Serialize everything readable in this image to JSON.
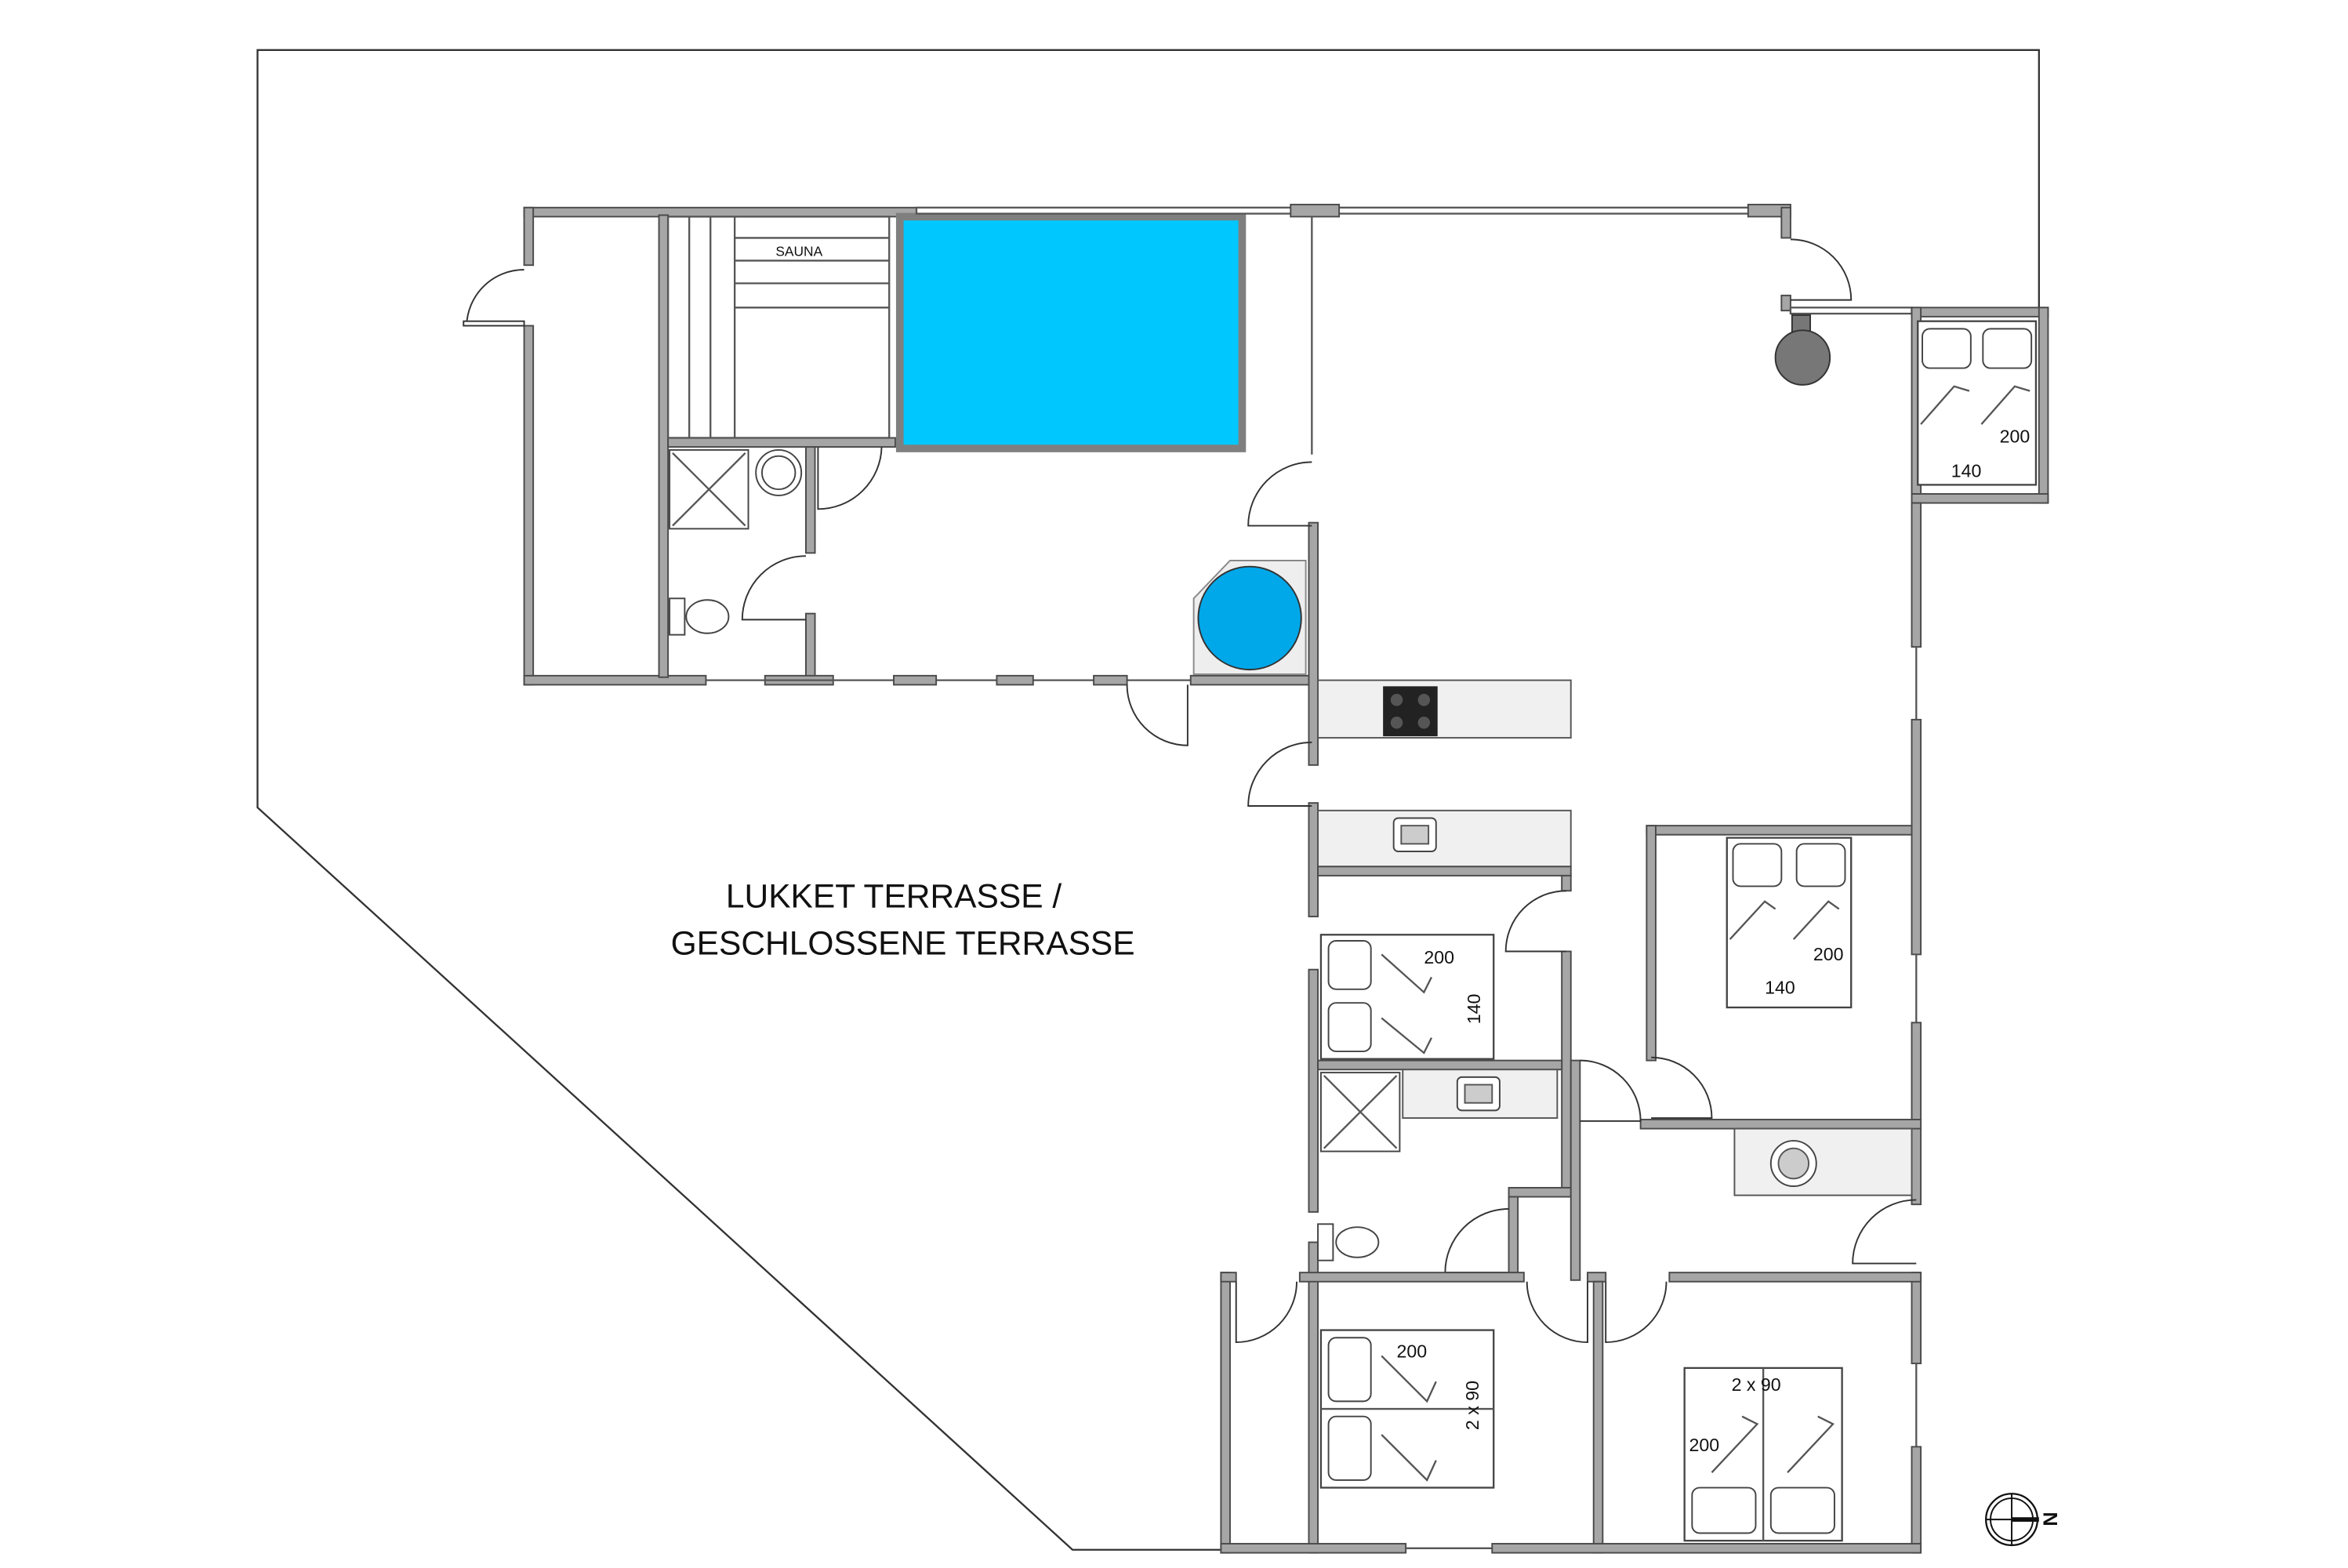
{
  "plan": {
    "terrace_label_line1": "LUKKET TERRASSE /",
    "terrace_label_line2": "GESCHLOSSENE TERRASSE",
    "sauna_label": "SAUNA",
    "compass_label": "N",
    "beds": [
      {
        "room": "bedroom-northeast",
        "width": "140",
        "length": "200"
      },
      {
        "room": "bedroom-middle-left",
        "length": "200",
        "width": "140"
      },
      {
        "room": "bedroom-middle-right",
        "length": "200",
        "width": "140"
      },
      {
        "room": "bedroom-south-left",
        "length": "200",
        "width": "2 x 90"
      },
      {
        "room": "bedroom-south-right",
        "width": "2 x 90",
        "length": "200"
      }
    ],
    "colors": {
      "pool": "#00c8ff",
      "whirlpool": "#00a8ea",
      "wall": "#a6a6a6"
    }
  }
}
